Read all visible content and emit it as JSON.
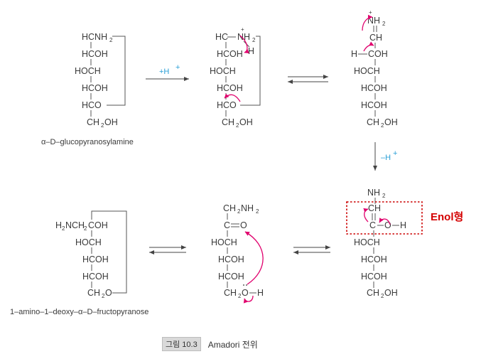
{
  "structures": {
    "s1": {
      "rows": [
        "HCNH",
        "HCOH",
        "HOCH",
        "HCOH",
        "HCO",
        "CH",
        "OH"
      ],
      "row1_sub": "2",
      "row6_sub": "2",
      "name": "α–D–glucopyranosylamine"
    },
    "s2": {
      "rows": [
        "HC",
        "NH",
        "H",
        "HCOH",
        "HOCH",
        "HCOH",
        "HCO",
        "CH",
        "OH"
      ],
      "plus": "+",
      "sub2": "2",
      "sub_ch2": "2"
    },
    "s3": {
      "rows": [
        "NH",
        "CH",
        "H",
        "COH",
        "HOCH",
        "HCOH",
        "HCOH",
        "CH",
        "OH"
      ],
      "plus": "+",
      "sub2": "2",
      "sub_ch2": "2"
    },
    "s4": {
      "rows": [
        "NH",
        "CH",
        "C",
        "O",
        "H",
        "HOCH",
        "HCOH",
        "HCOH",
        "CH",
        "OH"
      ],
      "sub2": "2",
      "sub_ch2": "2"
    },
    "s5": {
      "rows": [
        "CH",
        "NH",
        "C",
        "O",
        "HOCH",
        "HCOH",
        "HCOH",
        "CH",
        "O",
        "H"
      ],
      "sub2": "2"
    },
    "s6": {
      "rows": [
        "H",
        "NCH",
        "COH",
        "HOCH",
        "HCOH",
        "HCOH",
        "CH",
        "O"
      ],
      "sub2": "2",
      "name": "1–amino–1–deoxy–α–D–fructopyranose"
    }
  },
  "reagents": {
    "add_proton": "+H",
    "add_proton_sup": "+",
    "remove_proton": "–H",
    "remove_proton_sup": "+"
  },
  "enol_label": "Enol형",
  "caption": {
    "badge": "그림 10.3",
    "title": "Amadori 전위"
  },
  "colors": {
    "curly_arrow": "#e0006d",
    "reagent": "#2a9fd6",
    "enol_box": "#cc0000",
    "enol_label": "#d40000"
  }
}
